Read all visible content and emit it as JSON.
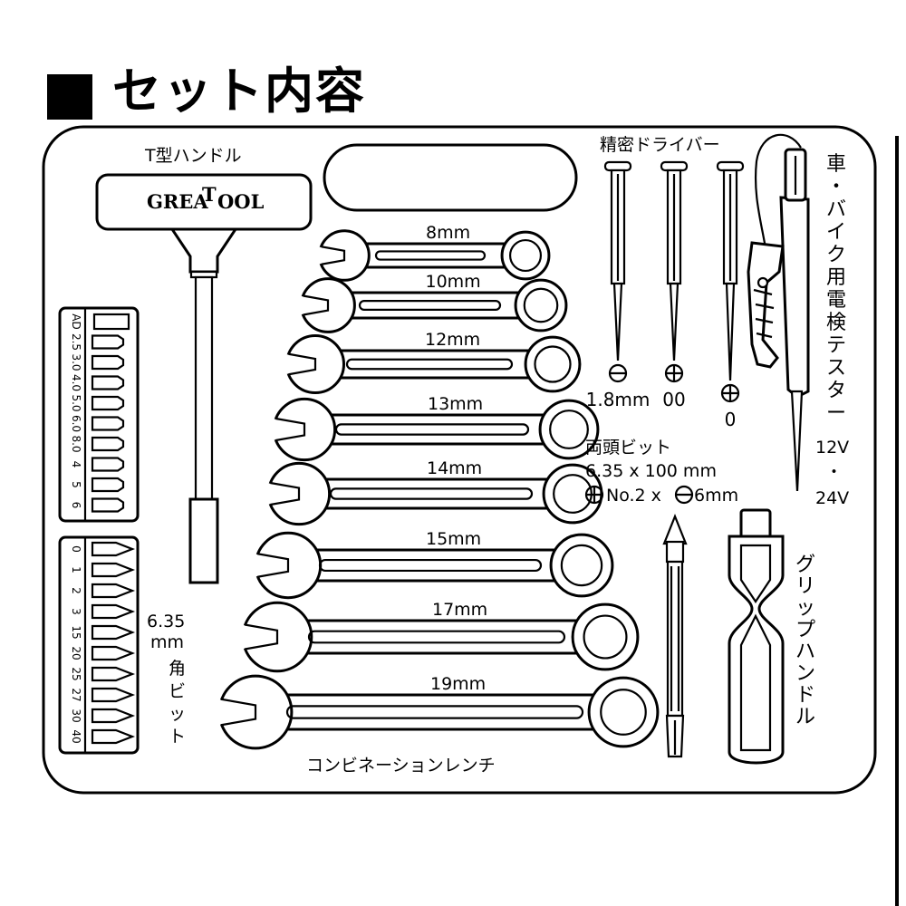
{
  "header": {
    "title": "セット内容"
  },
  "labels": {
    "t_handle": "T型ハンドル",
    "brand": "GREA",
    "brand_t": "T",
    "brand_rest": "OOL",
    "combination_wrench": "コンビネーションレンチ",
    "precision_driver": "精密ドライバー",
    "tester": "車・バイク用電検テスター",
    "tester_volt_1": "12V",
    "tester_dot": "・",
    "tester_volt_2": "24V",
    "double_bit_title": "両頭ビット",
    "double_bit_size": "6.35 x 100 mm",
    "double_bit_spec_a": "No.2 x",
    "double_bit_spec_b": "6mm",
    "grip_handle": "グリップハンドル",
    "bit_size_a": "6.35",
    "bit_size_b": "mm",
    "bit_name": "角ビット"
  },
  "wrenches": [
    "8mm",
    "10mm",
    "12mm",
    "13mm",
    "14mm",
    "15mm",
    "17mm",
    "19mm"
  ],
  "drivers": [
    "1.8mm",
    "00",
    "0"
  ],
  "hex_socket_sizes": [
    "AD",
    "2.5",
    "3.0",
    "4.0",
    "5.0",
    "6.0",
    "8.0",
    "4",
    "5",
    "6"
  ],
  "bit_sizes": [
    "0",
    "1",
    "2",
    "3",
    "15",
    "20",
    "25",
    "27",
    "30",
    "40"
  ]
}
